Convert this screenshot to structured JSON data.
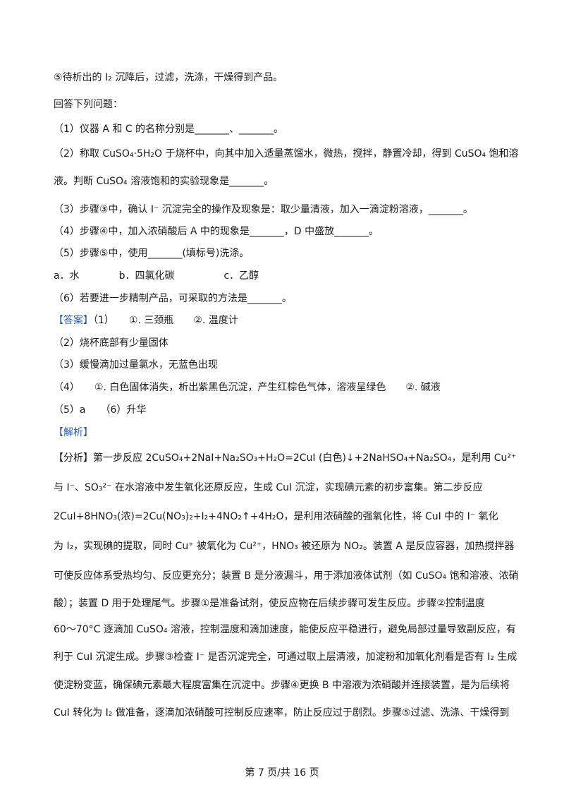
{
  "lines": [
    {
      "text": "⑤待析出的 I₂ 沉降后，过滤，洗涤，干燥得到产品。"
    },
    {
      "text": "回答下列问题："
    },
    {
      "text": "（1）仪器 A 和 C 的名称分别是_______、_______。"
    },
    {
      "text": "（2）称取 CuSO₄·5H₂O 于烧杯中，向其中加入适量蒸馏水，微热，搅拌，静置冷却，得到 CuSO₄ 饱和溶"
    },
    {
      "text": "液。判断 CuSO₄ 溶液饱和的实验现象是_______。"
    },
    {
      "text": "（3）步骤③中，确认 I⁻ 沉淀完全的操作及现象是：取少量清液，加入一滴淀粉溶液，_______。"
    },
    {
      "text": "（4）步骤④中，加入浓硝酸后 A 中的现象是_______，D 中盛放_______。"
    },
    {
      "text": "（5）步骤⑤中，使用_______(填标号)洗涤。"
    },
    {
      "text": "a．水　　　　b．四氯化碳　　　　　c．乙醇"
    },
    {
      "text": "（6）若要进一步精制产品，可采取的方法是_______。"
    },
    {
      "label": "【答案】",
      "text": "（1）　　①. 三颈瓶　　②. 温度计"
    },
    {
      "text": "（2）烧杯底部有少量固体"
    },
    {
      "text": "（3）缓慢滴加过量氯水，无蓝色出现"
    },
    {
      "text": "（4）　　①. 白色固体消失，析出紫黑色沉淀，产生红棕色气体，溶液呈绿色　　②. 碱液"
    },
    {
      "text": "（5）a　　（6）升华"
    },
    {
      "label": "【解析】",
      "text": ""
    },
    {
      "text": "【分析】第一步反应 2CuSO₄+2NaI+Na₂SO₃+H₂O=2CuI (白色)↓+2NaHSO₄+Na₂SO₄，是利用 Cu²⁺"
    },
    {
      "text": "与 I⁻、SO₃²⁻ 在水溶液中发生氧化还原反应，生成 CuI 沉淀，实现碘元素的初步富集。第二步反应"
    },
    {
      "text": "2CuI+8HNO₃(浓)=2Cu(NO₃)₂+I₂+4NO₂↑+4H₂O，是利用浓硝酸的强氧化性，将 CuI 中的 I⁻ 氧化"
    },
    {
      "text": "为 I₂，实现碘的提取，同时 Cu⁺ 被氧化为 Cu²⁺，HNO₃ 被还原为 NO₂。装置 A 是反应容器，加热搅拌器"
    },
    {
      "text": "可使反应体系受热均匀、反应更充分；装置 B 是分液漏斗，用于添加液体试剂（如 CuSO₄ 饱和溶液、浓硝"
    },
    {
      "text": "酸）；装置 D 用于处理尾气。步骤①是准备试剂，使反应物在后续步骤可发生反应。步骤②控制温度"
    },
    {
      "text": "60～70°C 逐滴加 CuSO₄ 溶液，控制温度和滴加速度，能使反应平稳进行，避免局部过量导致副反应，有"
    },
    {
      "text": "利于 CuI 沉淀生成。步骤③检查 I⁻ 是否沉淀完全，可通过取上层清液，加淀粉和加氧化剂看是否有 I₂ 生成"
    },
    {
      "text": "使淀粉变蓝，确保碘元素最大程度富集在沉淀中。步骤④更换 B 中溶液为浓硝酸并连接装置，是为后续将"
    },
    {
      "text": "CuI 转化为 I₂ 做准备，逐滴加浓硝酸可控制反应速率，防止反应过于剧烈。步骤⑤过滤、洗涤、干燥得到"
    }
  ],
  "footer": "第 7 页/共 16 页"
}
